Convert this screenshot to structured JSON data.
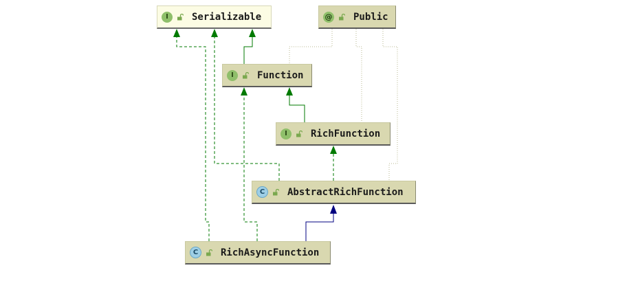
{
  "nodes": {
    "serializable": {
      "name": "Serializable",
      "badge": "I"
    },
    "public": {
      "name": "Public",
      "badge": "@"
    },
    "function": {
      "name": "Function",
      "badge": "I"
    },
    "rich_function": {
      "name": "RichFunction",
      "badge": "I"
    },
    "abstract_rich_function": {
      "name": "AbstractRichFunction",
      "badge": "C"
    },
    "rich_async_function": {
      "name": "RichAsyncFunction",
      "badge": "C"
    }
  },
  "colors": {
    "implements_arrow": "#007a00",
    "extends_arrow": "#000080",
    "annotation_link": "#b8b890",
    "interface_fill": "#d9d8b0",
    "highlight_fill": "#fcfce4"
  }
}
